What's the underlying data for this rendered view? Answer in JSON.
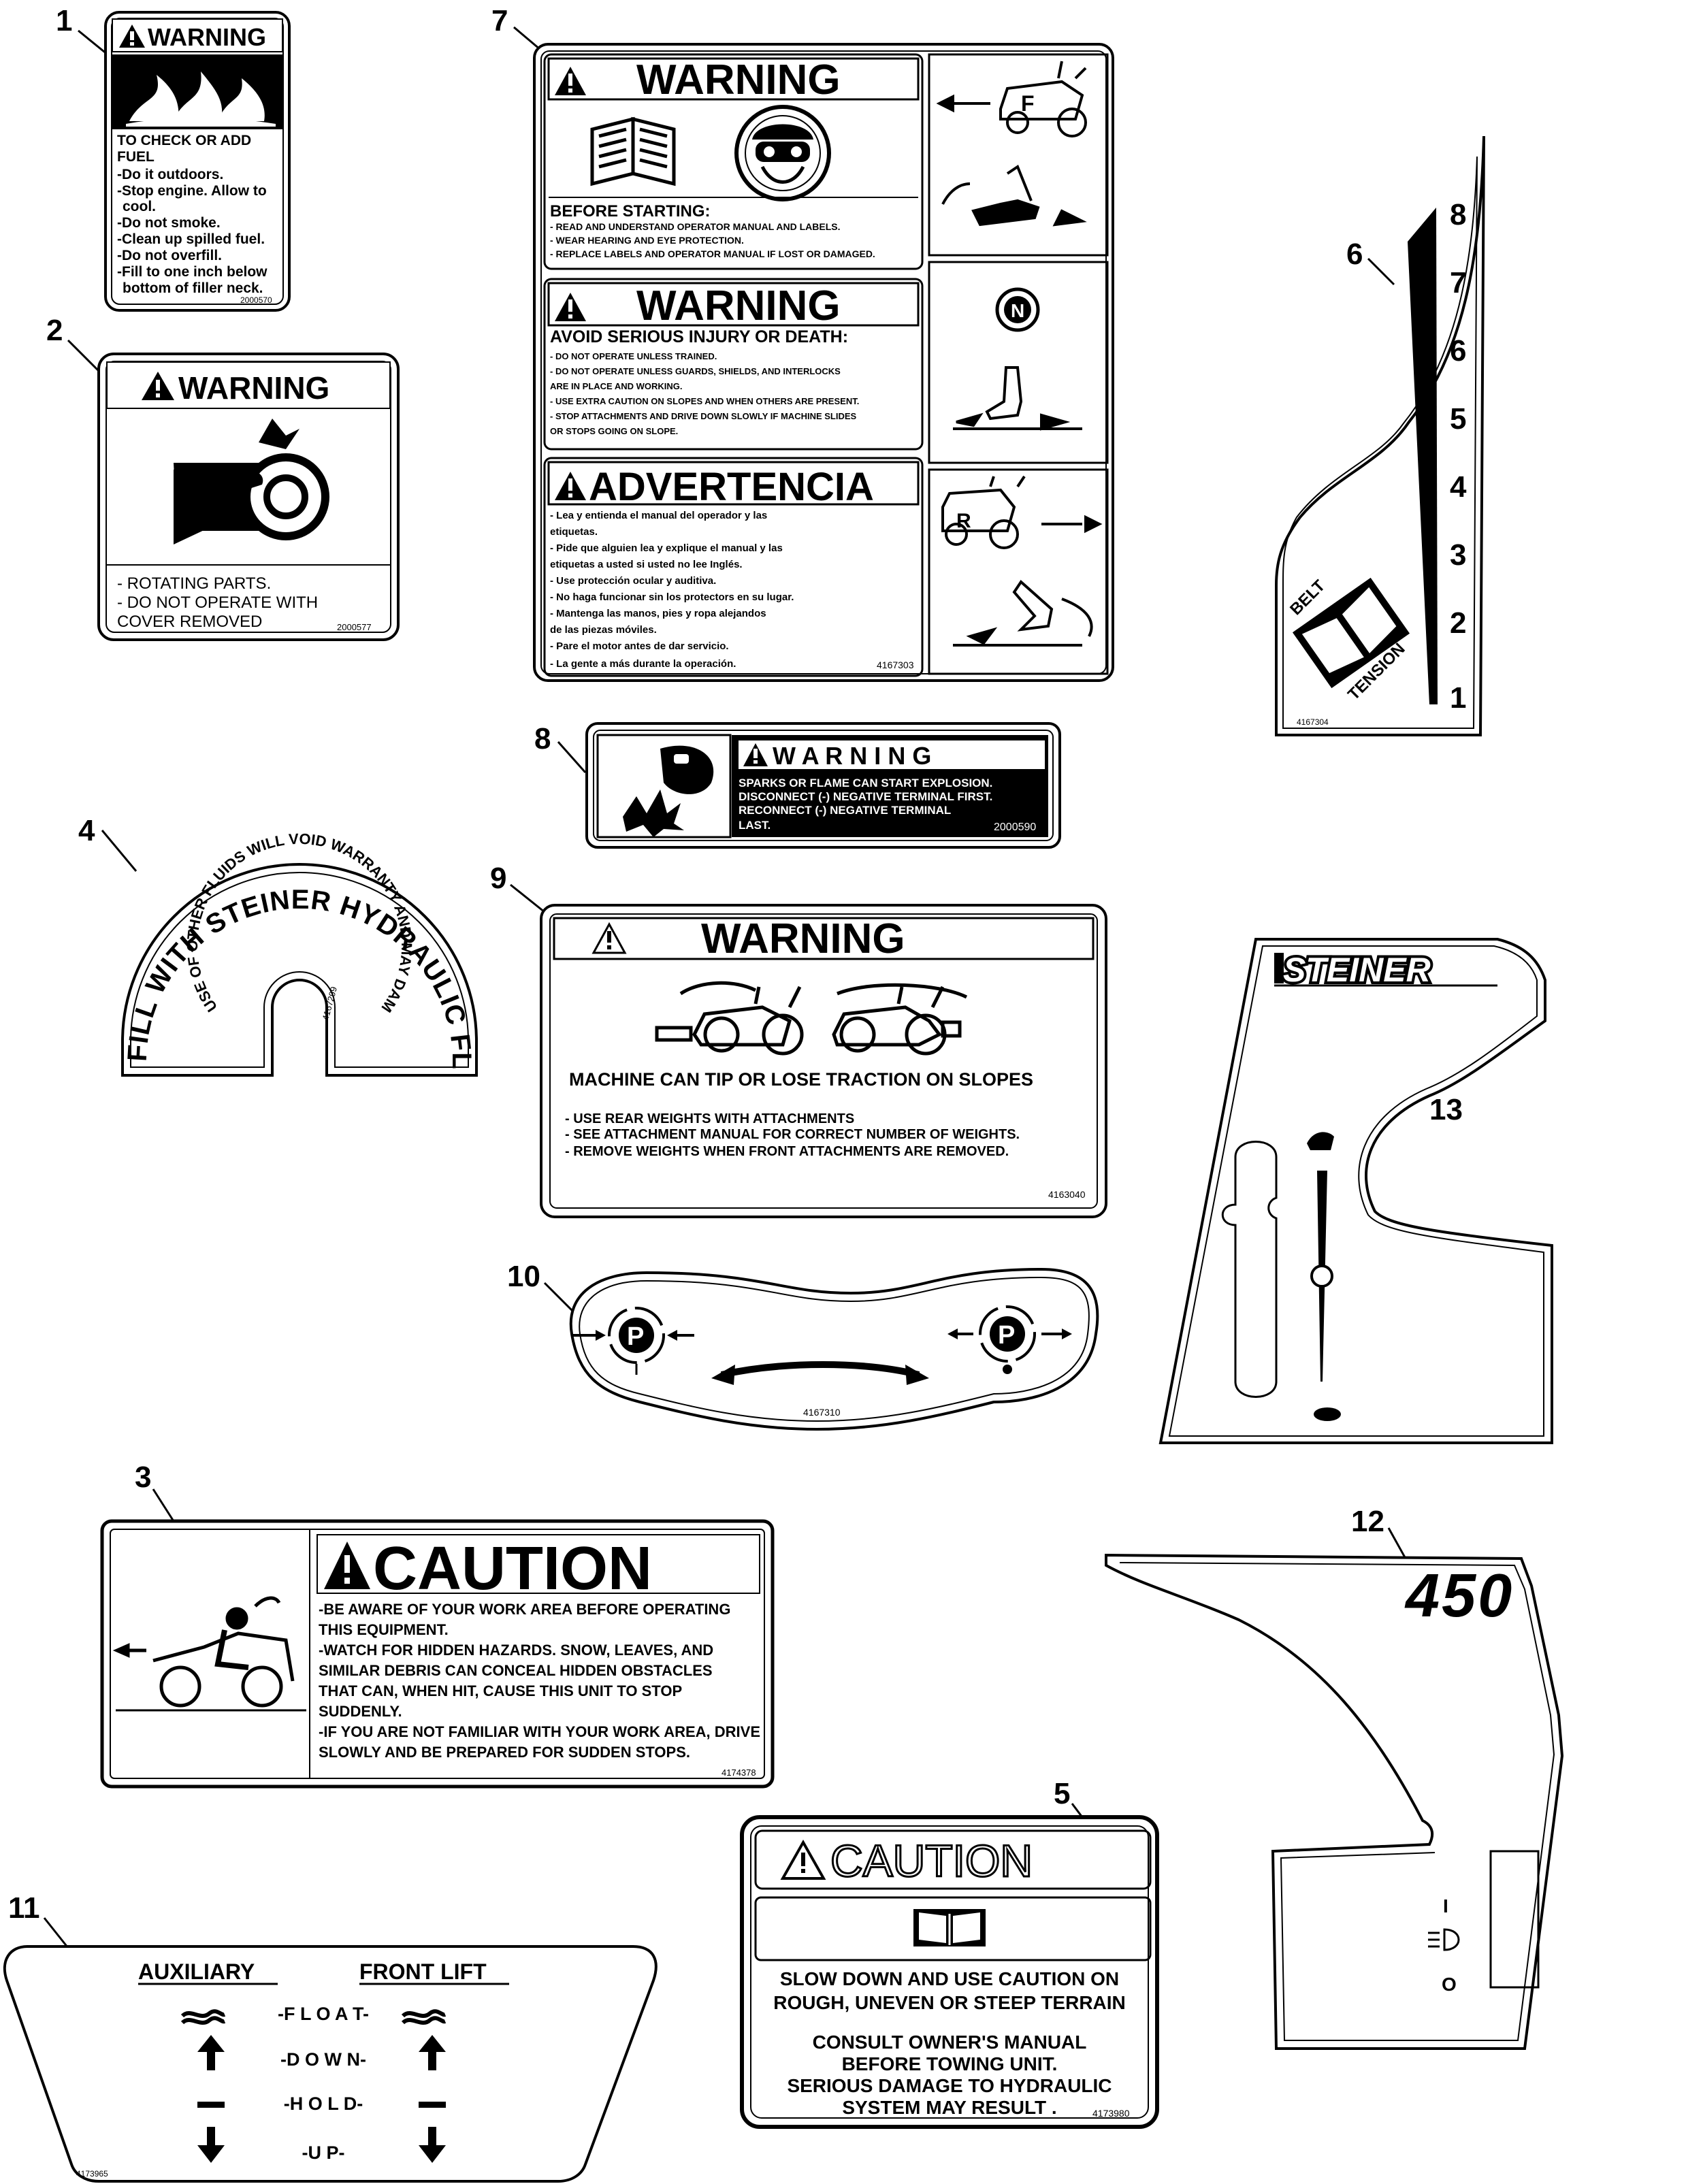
{
  "callouts": {
    "c1": "1",
    "c2": "2",
    "c3": "3",
    "c4": "4",
    "c5": "5",
    "c6": "6",
    "c7": "7",
    "c8": "8",
    "c9": "9",
    "c10": "10",
    "c11": "11",
    "c12": "12",
    "c13": "13"
  },
  "decal1": {
    "header": "WARNING",
    "lines": [
      "TO CHECK OR ADD",
      "FUEL",
      "-Do it outdoors.",
      "-Stop engine. Allow to",
      "cool.",
      "-Do not smoke.",
      "-Clean up spilled fuel.",
      "-Do not overfill.",
      "-Fill to one inch below",
      "bottom of filler neck."
    ],
    "part": "2000570"
  },
  "decal2": {
    "header": "WARNING",
    "lines": [
      "-  ROTATING PARTS.",
      "-  DO NOT OPERATE WITH",
      "   COVER REMOVED"
    ],
    "part": "2000577"
  },
  "decal3": {
    "header": "CAUTION",
    "lines": [
      "-BE AWARE OF YOUR WORK AREA BEFORE OPERATING",
      " THIS EQUIPMENT.",
      "-WATCH FOR HIDDEN HAZARDS.  SNOW, LEAVES, AND",
      " SIMILAR DEBRIS CAN CONCEAL HIDDEN OBSTACLES",
      " THAT CAN, WHEN HIT, CAUSE THIS UNIT TO STOP",
      " SUDDENLY.",
      "-IF YOU ARE NOT FAMILIAR WITH YOUR WORK AREA, DRIVE",
      " SLOWLY AND BE PREPARED FOR SUDDEN STOPS."
    ],
    "part": "4174378"
  },
  "decal4": {
    "outer": "FILL WITH STEINER HYDRAULIC FLUID ONLY",
    "inner": "USE OF OTHER FLUIDS WILL VOID WARRANTY AND MAY DAMAGE SYSTEM",
    "part": "4167299"
  },
  "decal5": {
    "header": "CAUTION",
    "lines1": [
      "SLOW DOWN AND USE CAUTION ON",
      "ROUGH, UNEVEN OR STEEP TERRAIN"
    ],
    "lines2": [
      "CONSULT OWNER'S MANUAL",
      "BEFORE TOWING UNIT.",
      "SERIOUS DAMAGE TO HYDRAULIC",
      "SYSTEM MAY RESULT ."
    ],
    "part": "4173980"
  },
  "decal6": {
    "scale": [
      "8",
      "7",
      "6",
      "5",
      "4",
      "3",
      "2",
      "1"
    ],
    "belt": "BELT",
    "tension": "TENSION",
    "part": "4167304"
  },
  "decal7": {
    "w1_header": "WARNING",
    "w1_sub": "BEFORE STARTING:",
    "w1_lines": [
      "- READ AND UNDERSTAND OPERATOR MANUAL AND LABELS.",
      "- WEAR HEARING AND EYE PROTECTION.",
      "- REPLACE LABELS AND OPERATOR MANUAL IF LOST OR DAMAGED."
    ],
    "w2_header": "WARNING",
    "w2_sub": "AVOID SERIOUS INJURY OR DEATH:",
    "w2_lines": [
      "- DO NOT OPERATE UNLESS TRAINED.",
      "- DO NOT OPERATE UNLESS GUARDS, SHIELDS, AND INTERLOCKS",
      "  ARE IN PLACE AND WORKING.",
      "- USE EXTRA CAUTION ON SLOPES AND WHEN OTHERS ARE PRESENT.",
      "- STOP ATTACHMENTS AND DRIVE DOWN SLOWLY IF MACHINE SLIDES",
      "  OR STOPS GOING ON SLOPE."
    ],
    "w3_header": "ADVERTENCIA",
    "w3_lines": [
      "- Lea y entienda el manual del operador y las",
      "  etiquetas.",
      "- Pide que alguien lea y explique el manual y las",
      "  etiquetas a usted si usted no lee Inglés.",
      "- Use protección ocular y auditiva.",
      "- No haga funcionar sin los protectors en su lugar.",
      "- Mantenga las manos, pies y ropa alejandos",
      "  de las piezas móviles.",
      "- Pare el motor antes de dar servicio.",
      "- La gente a más durante la operación."
    ],
    "part": "4167303",
    "f_label": "F",
    "n_label": "N",
    "r_label": "R"
  },
  "decal8": {
    "header": "W A R N I N G",
    "lines": [
      "SPARKS OR FLAME CAN START EXPLOSION.",
      "DISCONNECT (-) NEGATIVE TERMINAL FIRST.",
      "RECONNECT (-) NEGATIVE TERMINAL",
      "LAST."
    ],
    "part": "2000590"
  },
  "decal9": {
    "header": "WARNING",
    "main": "MACHINE CAN TIP OR LOSE TRACTION ON SLOPES",
    "lines": [
      "- USE REAR WEIGHTS WITH ATTACHMENTS",
      "- SEE ATTACHMENT MANUAL FOR CORRECT NUMBER OF WEIGHTS.",
      "- REMOVE WEIGHTS WHEN FRONT ATTACHMENTS ARE REMOVED."
    ],
    "part": "4163040"
  },
  "decal10": {
    "p_left": "P",
    "p_right": "P",
    "part": "4167310"
  },
  "decal11": {
    "col_left": "AUXILIARY",
    "col_right": "FRONT LIFT",
    "rows": [
      "-F L O A T-",
      "-D O W N-",
      "-H O L D-",
      "-U P-"
    ],
    "part": "4173965"
  },
  "decal12": {
    "model": "450",
    "on": "I",
    "off": "O"
  },
  "decal13": {
    "brand": "STEINER"
  }
}
